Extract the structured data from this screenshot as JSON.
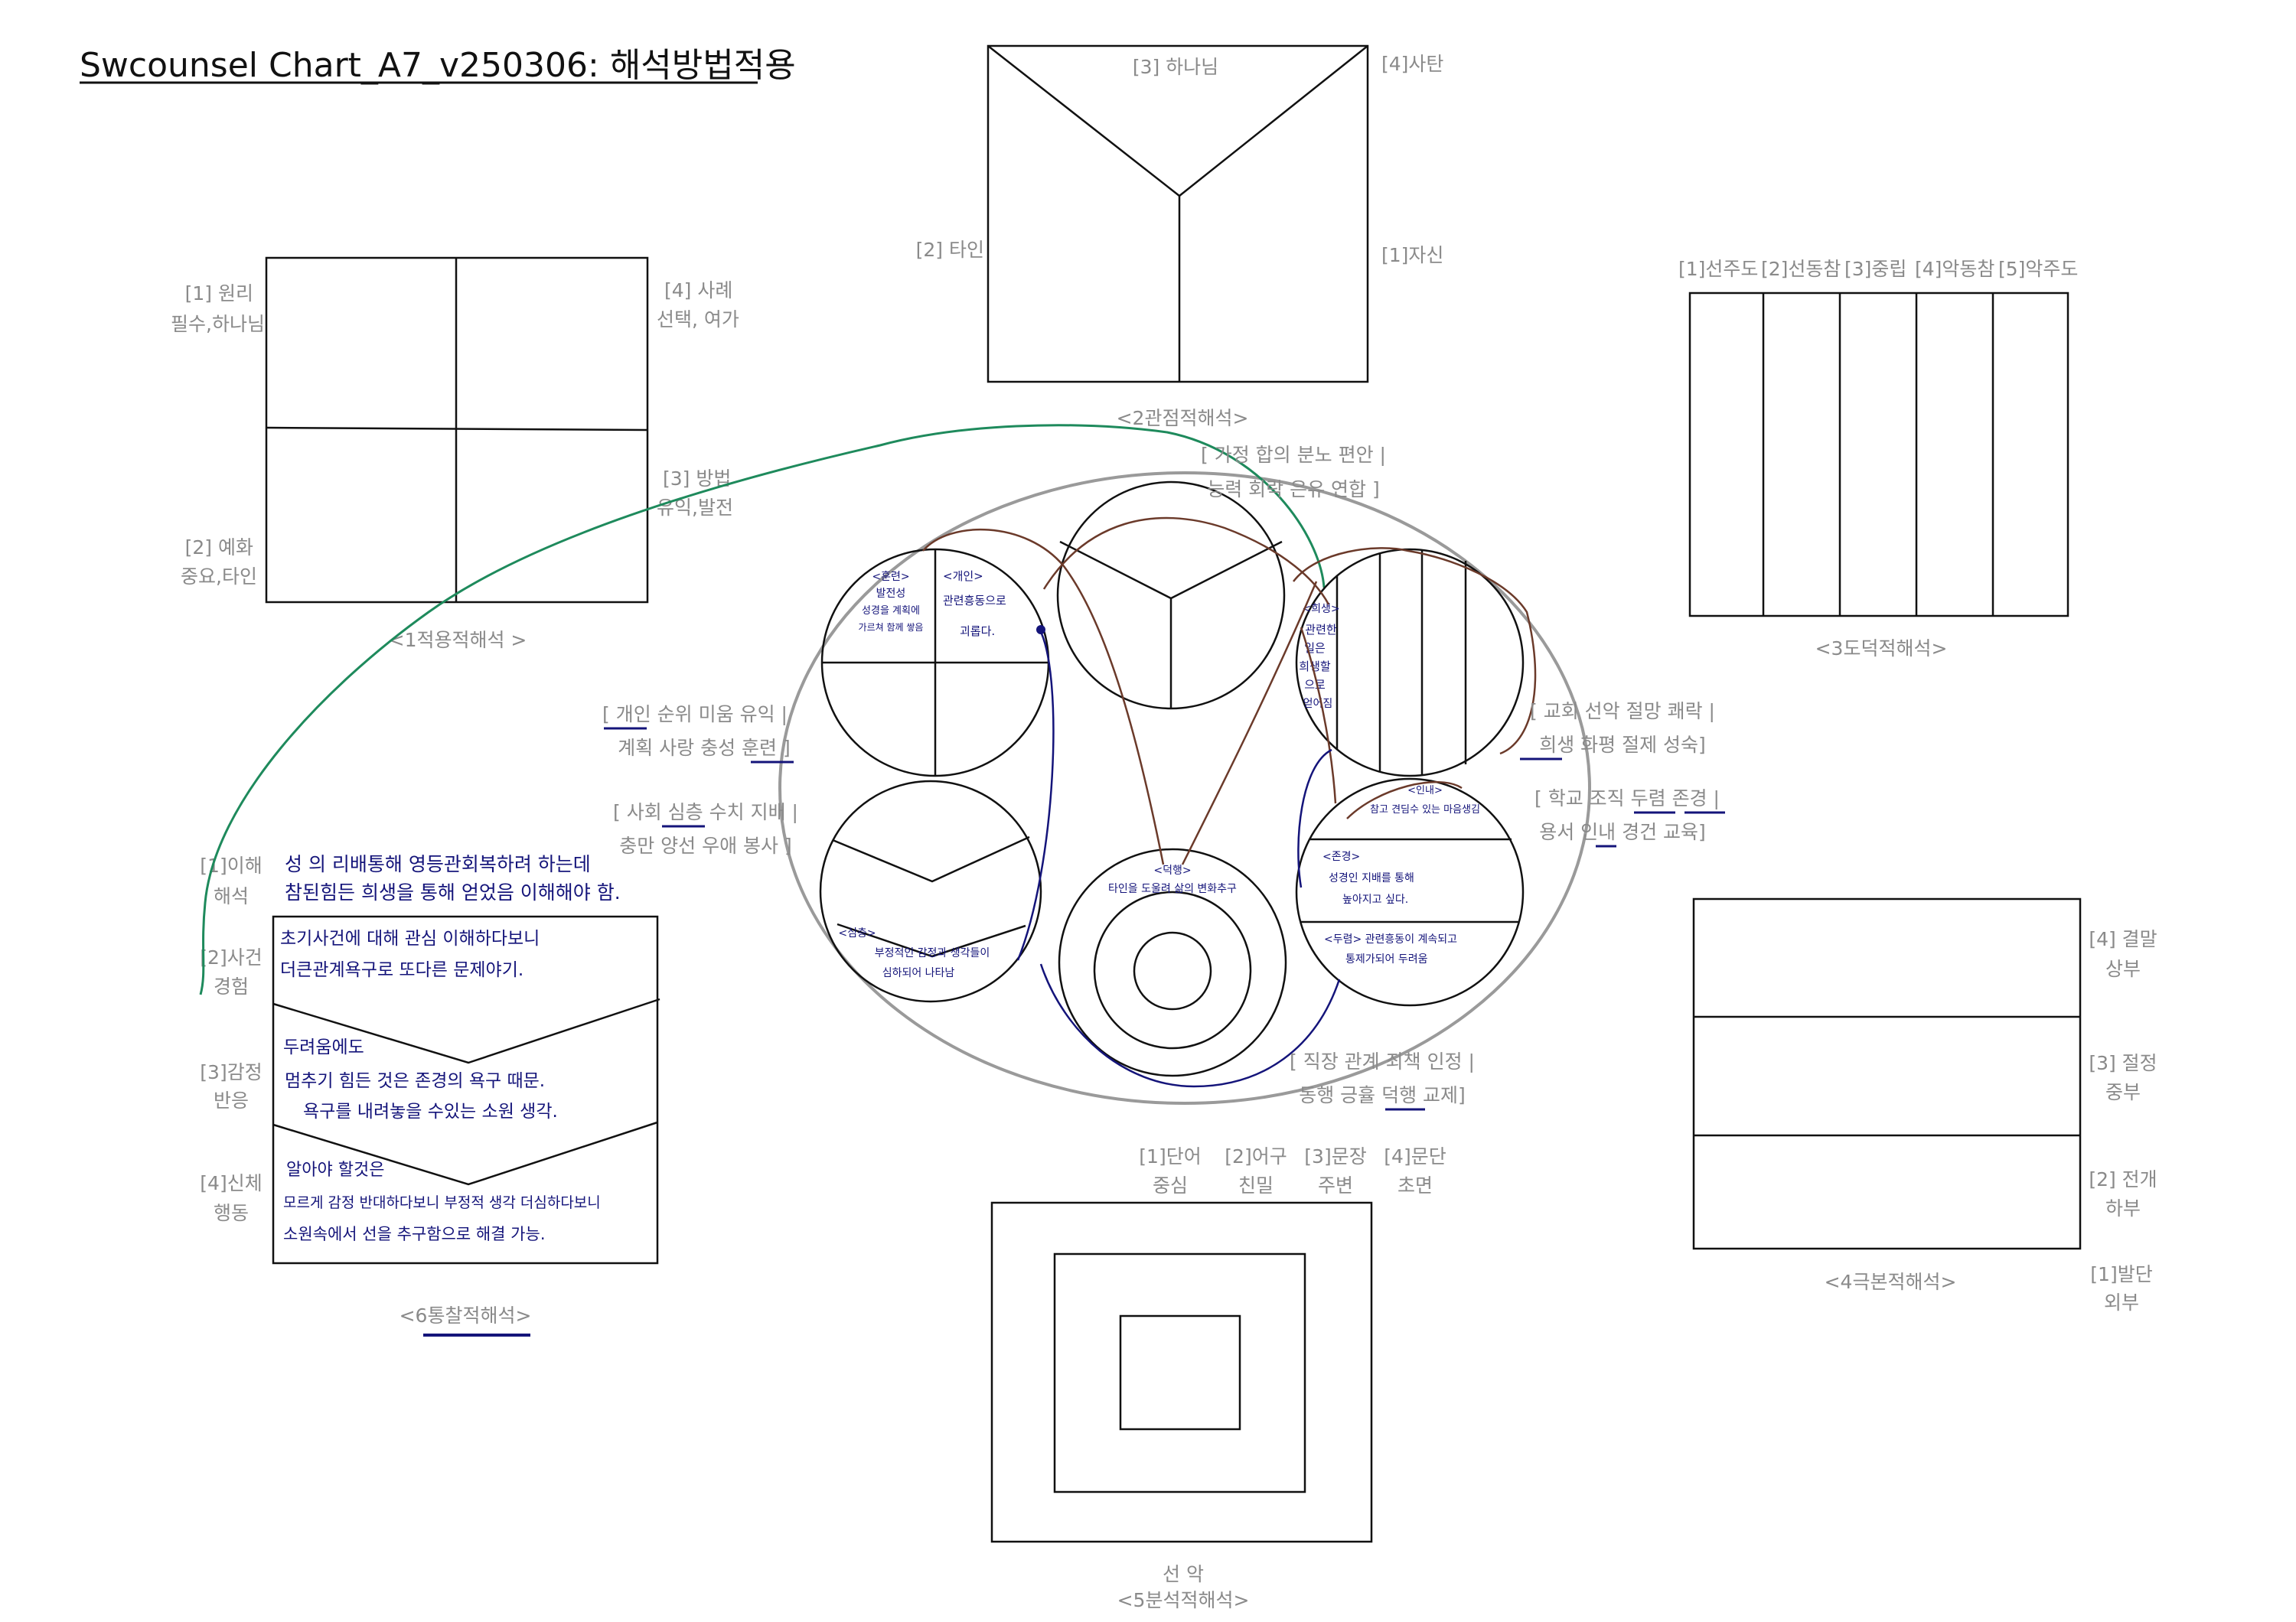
{
  "title": "Swcounsel Chart_A7_v250306: 해석방법적용",
  "colors": {
    "line": "#111111",
    "label": "#8a8a8a",
    "ink": "#14147a",
    "ellipse": "#9a9a9a",
    "green": "#1e8a5c",
    "brown": "#6b3a2a"
  },
  "chart1": {
    "caption": "<1적용적해석 >",
    "tl": [
      "[1] 원리",
      "필수,하나님"
    ],
    "tr": [
      "[4] 사례",
      "선택, 여가"
    ],
    "br": [
      "[3] 방법",
      "유익,발전"
    ],
    "bl": [
      "[2] 예화",
      "중요,타인"
    ]
  },
  "chart2": {
    "caption": "<2관점적해석>",
    "top": "[3] 하나님",
    "topright": "[4]사탄",
    "left": "[2] 타인",
    "right": "[1]자신"
  },
  "chart3": {
    "caption": "<3도덕적해석>",
    "columns": [
      "[1]선주도",
      "[2]선동참",
      "[3]중립",
      "[4]악동참",
      "[5]악주도"
    ]
  },
  "chart4": {
    "caption": "<4극본적해석>",
    "rows": [
      [
        "[4] 결말",
        "상부"
      ],
      [
        "[3] 절정",
        "중부"
      ],
      [
        "[2] 전개",
        "하부"
      ],
      [
        "[1]발단",
        "외부"
      ]
    ]
  },
  "chart5": {
    "caption": "<5분석적해석>",
    "top_labels": [
      [
        "[1]단어",
        "중심"
      ],
      [
        "[2]어구",
        "친밀"
      ],
      [
        "[3]문장",
        "주변"
      ],
      [
        "[4]문단",
        "초면"
      ]
    ],
    "bottom": "선  악"
  },
  "chart6": {
    "caption": "<6통찰적해석>",
    "side_labels": [
      [
        "[1]이해",
        "해석"
      ],
      [
        "[2]사건",
        "경험"
      ],
      [
        "[3]감정",
        "반응"
      ],
      [
        "[4]신체",
        "행동"
      ]
    ],
    "top_note": [
      "성 의 리배통해 영등관회복하려 하는데",
      "참된힘든 희생을 통해 얻었음 이해해야 함."
    ],
    "section1": [
      "초기사건에 대해 관심 이해하다보니",
      "더큰관계욕구로 또다른 문제야기."
    ],
    "section2": [
      "두려움에도",
      "멈추기 힘든 것은 존경의 욕구 때문.",
      "욕구를 내려놓을 수있는 소원 생각."
    ],
    "section3": [
      "알아야 할것은",
      "모르게 감정 반대하다보니 부정적 생각 더심하다보니",
      "소원속에서 선을 추구함으로 해결 가능."
    ]
  },
  "center": {
    "note_top": [
      "[ 가정 합의 분노 편안 |",
      "능력 회락 은유 연합 ]"
    ],
    "note_left1": [
      "[ 개인 순위 미움 유익 |",
      "계획 사랑 충성 훈련 ]"
    ],
    "note_left2": [
      "[ 사회 심층 수치 지배 |",
      "충만 양선 우애 봉사 ]"
    ],
    "note_right1": [
      "[ 교회 선악 절망 쾌락 |",
      "희생 화평 절제 성숙]"
    ],
    "note_right2": [
      "[ 학교 조직 두렴 존경 |",
      "용서 인내 경건 교육]"
    ],
    "note_bottom": [
      "[ 직장 관계 죄책 인정 |",
      "동행 긍휼 덕행 교제]"
    ],
    "c1_tl": [
      "<훈련>",
      "발전성",
      "성경을 계획에",
      "가르쳐 함께 쌓음"
    ],
    "c1_tr": [
      "<개인>",
      "관련흥동으로",
      "괴롭다."
    ],
    "c3_text": [
      "<희생>",
      "관련한",
      "일은",
      "희생할",
      "으로",
      "얻어짐"
    ],
    "c4_text": [
      "<심층>",
      "부정적인 감정과 생각들이",
      "심하되어 나타남"
    ],
    "c5_text": [
      "<덕행>",
      "타인을 도울려 삶의 변화추구"
    ],
    "c6_top": [
      "<인내>",
      "참고 견딤수 있는 마음생김"
    ],
    "c6_mid": [
      "<존경>",
      "성경인 지배를 통해",
      "높아지고 싶다."
    ],
    "c6_bot": [
      "<두렴> 관련흥동이 계속되고",
      "통제가되어 두려움"
    ]
  }
}
